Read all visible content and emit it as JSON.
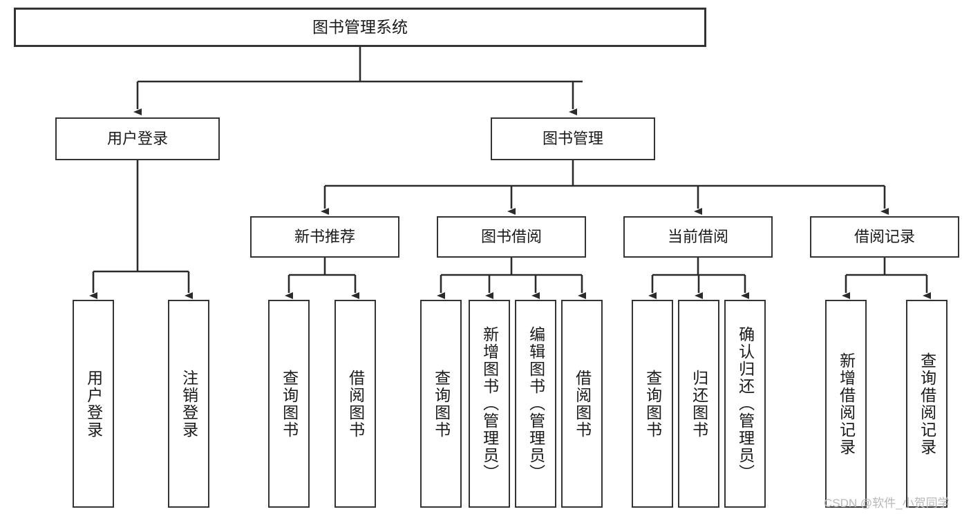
{
  "diagram": {
    "type": "tree-hierarchy-chart",
    "title": "图书管理系统",
    "colors": {
      "box_border": "#333333",
      "box_fill": "#ffffff",
      "connector": "#2b2b2b",
      "text": "#1a1a1a",
      "watermark": "#b8b8b8",
      "background": "#ffffff"
    },
    "root": {
      "label": "图书管理系统"
    },
    "level2": [
      {
        "label": "用户登录"
      },
      {
        "label": "图书管理"
      }
    ],
    "level3": [
      {
        "label": "新书推荐"
      },
      {
        "label": "图书借阅"
      },
      {
        "label": "当前借阅"
      },
      {
        "label": "借阅记录"
      }
    ],
    "leaves": {
      "user_login": [
        {
          "label": "用户登录"
        },
        {
          "label": "注销登录"
        }
      ],
      "new_book_recommend": [
        {
          "label": "查询图书"
        },
        {
          "label": "借阅图书"
        }
      ],
      "book_borrow": [
        {
          "label": "查询图书"
        },
        {
          "label": "新增图书（管理员）"
        },
        {
          "label": "编辑图书（管理员）"
        },
        {
          "label": "借阅图书"
        }
      ],
      "current_borrow": [
        {
          "label": "查询图书"
        },
        {
          "label": "归还图书"
        },
        {
          "label": "确认归还（管理员）"
        }
      ],
      "borrow_record": [
        {
          "label": "新增借阅记录"
        },
        {
          "label": "查询借阅记录"
        }
      ]
    }
  },
  "watermark": {
    "text": "CSDN @软件_小贺同学"
  }
}
